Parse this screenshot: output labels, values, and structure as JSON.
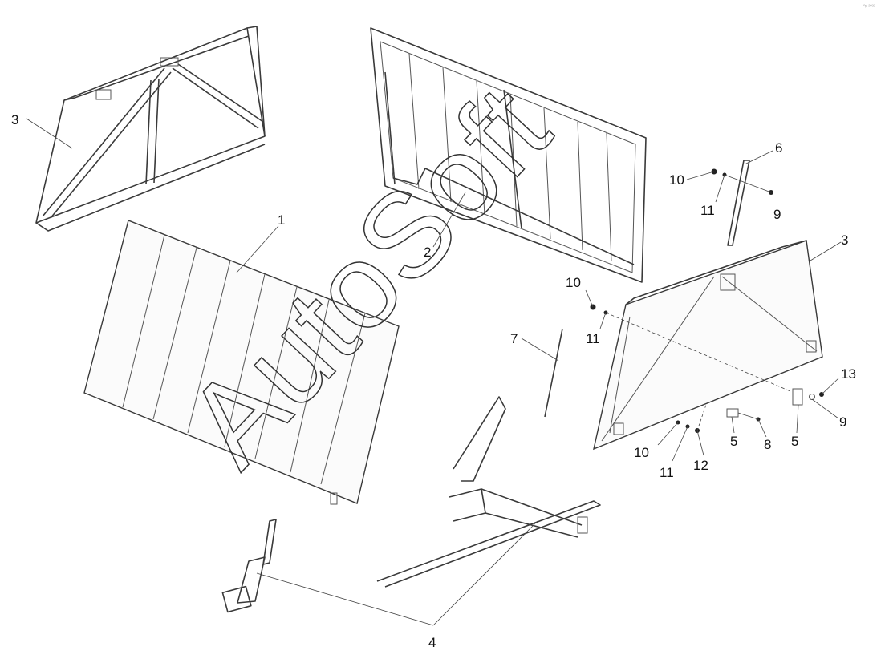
{
  "diagram": {
    "callouts": [
      {
        "id": "c-3a",
        "text": "3"
      },
      {
        "id": "c-1",
        "text": "1"
      },
      {
        "id": "c-2",
        "text": "2"
      },
      {
        "id": "c-6",
        "text": "6"
      },
      {
        "id": "c-10a",
        "text": "10"
      },
      {
        "id": "c-11a",
        "text": "11"
      },
      {
        "id": "c-9a",
        "text": "9"
      },
      {
        "id": "c-3b",
        "text": "3"
      },
      {
        "id": "c-10b",
        "text": "10"
      },
      {
        "id": "c-11b",
        "text": "11"
      },
      {
        "id": "c-7",
        "text": "7"
      },
      {
        "id": "c-13",
        "text": "13"
      },
      {
        "id": "c-9b",
        "text": "9"
      },
      {
        "id": "c-5a",
        "text": "5"
      },
      {
        "id": "c-5b",
        "text": "5"
      },
      {
        "id": "c-8",
        "text": "8"
      },
      {
        "id": "c-10c",
        "text": "10"
      },
      {
        "id": "c-11c",
        "text": "11"
      },
      {
        "id": "c-12",
        "text": "12"
      },
      {
        "id": "c-4",
        "text": "4"
      }
    ],
    "watermark": "AutoSoft",
    "corner_mark": "⁰ᵖ ²⁰²²"
  }
}
